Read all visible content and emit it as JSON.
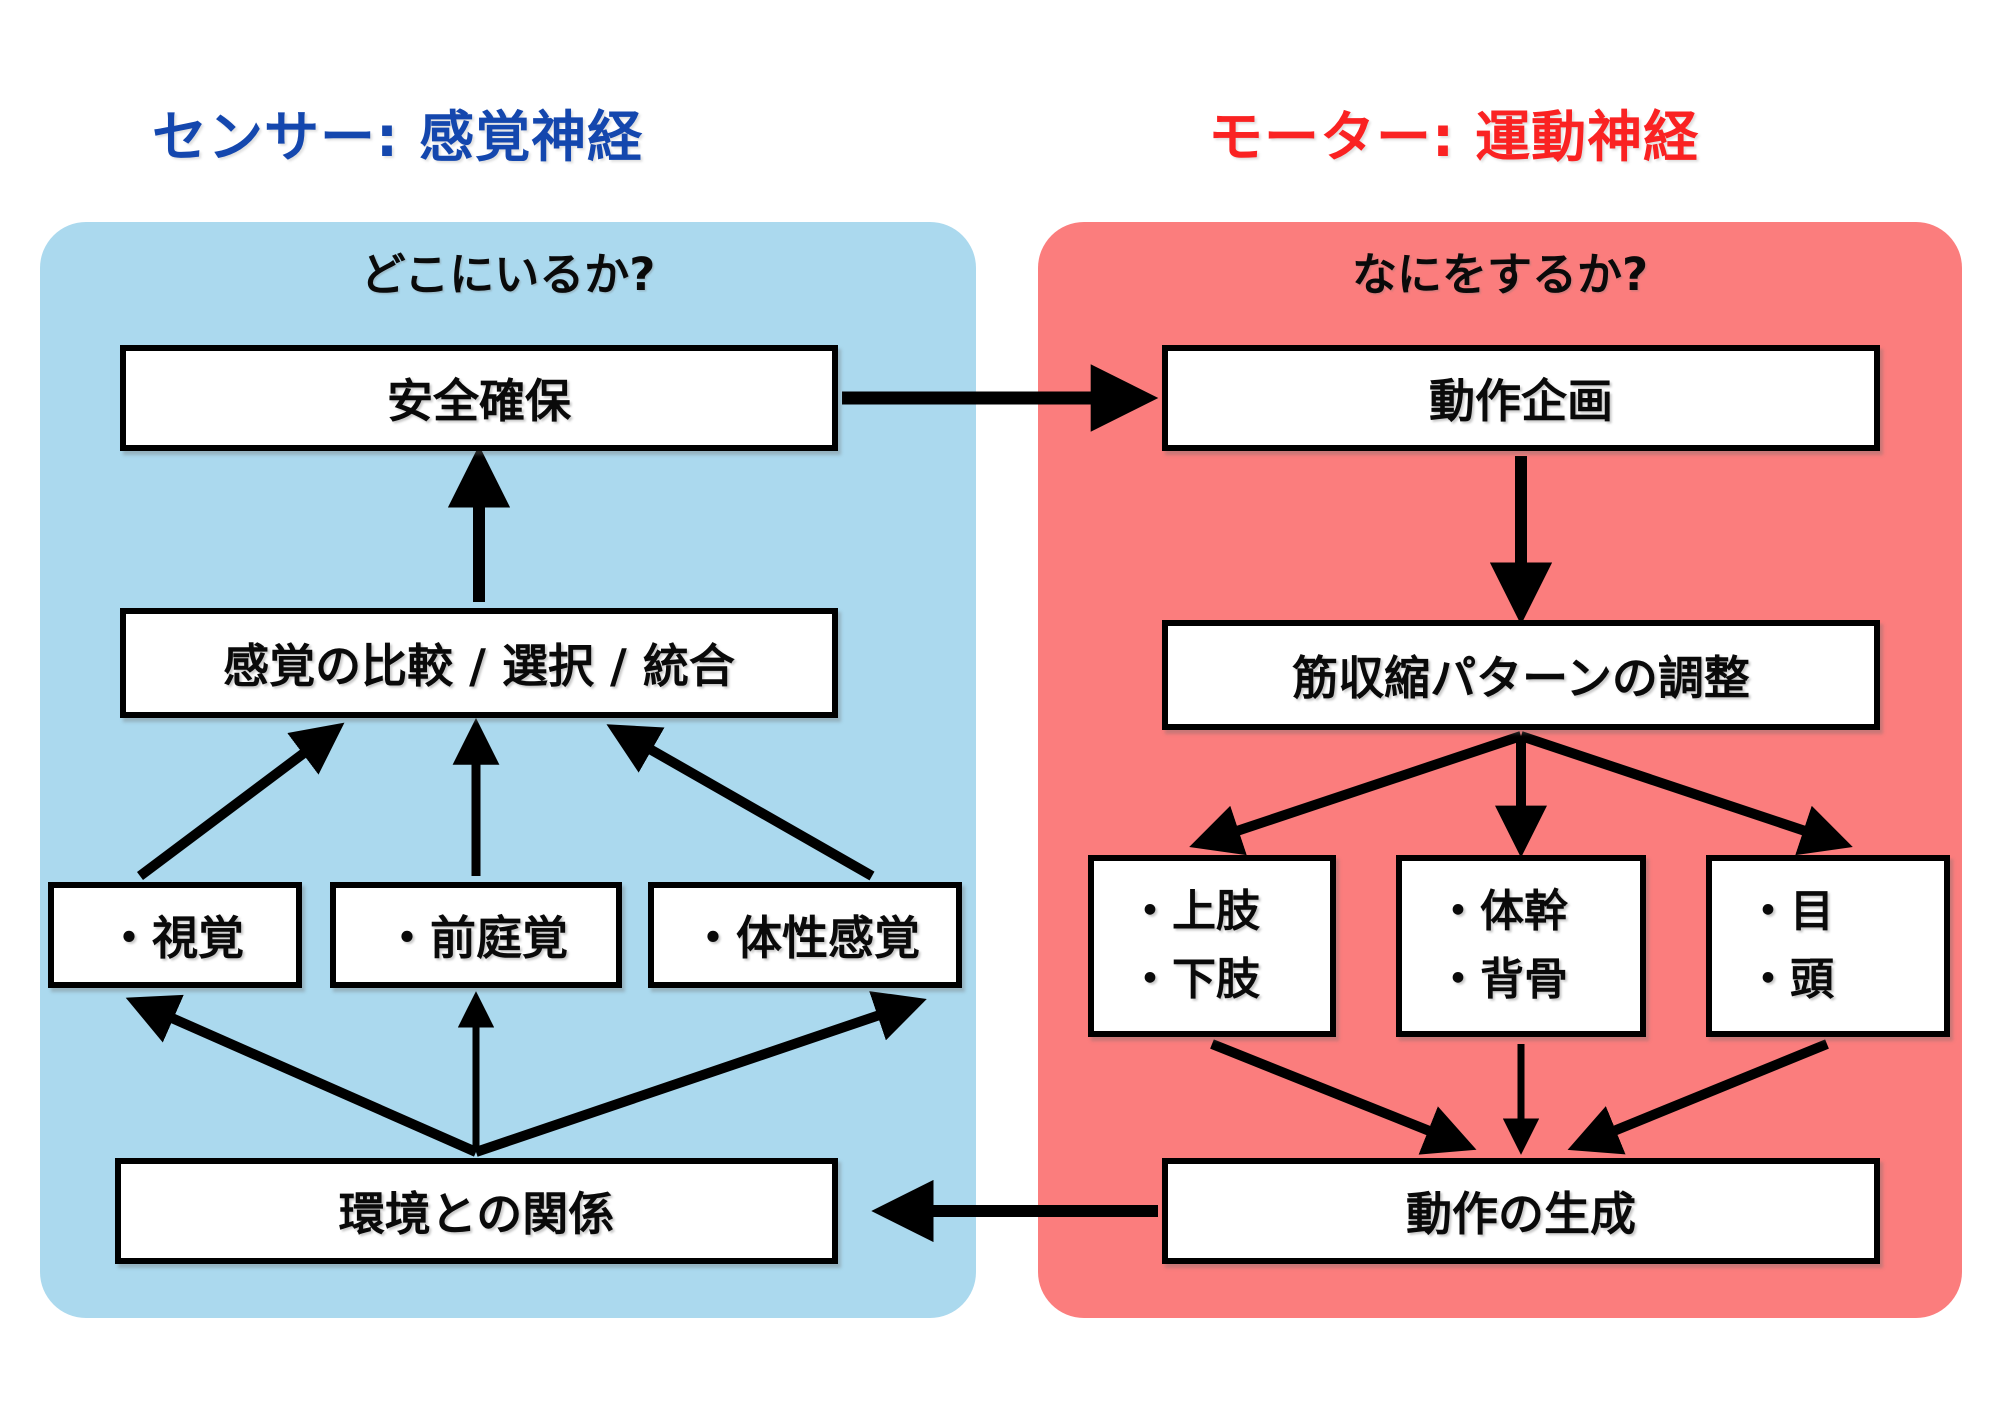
{
  "colors": {
    "sensor_bg": "#ABD9EE",
    "motor_bg": "#FB7D7D",
    "sensor_header": "#1447AE",
    "motor_header": "#FA2222",
    "box_border": "#000000",
    "arrow": "#000000"
  },
  "sensor": {
    "header": "センサー: 感覚神経",
    "question": "どこにいるか?",
    "safety": "安全確保",
    "integration": "感覚の比較 / 選択 / 統合",
    "vision": "・視覚",
    "vestibular": "・前庭覚",
    "somatosensory": "・体性感覚",
    "environment": "環境との関係"
  },
  "motor": {
    "header": "モーター: 運動神経",
    "question": "なにをするか?",
    "planning": "動作企画",
    "muscle_pattern": "筋収縮パターンの調整",
    "limbs": [
      "・上肢",
      "・下肢"
    ],
    "trunk": [
      "・体幹",
      "・背骨"
    ],
    "eyes_head": [
      "・目",
      "・頭"
    ],
    "generation": "動作の生成"
  },
  "edges": [
    {
      "from": "safety",
      "to": "planning"
    },
    {
      "from": "integration",
      "to": "safety"
    },
    {
      "from": "vision",
      "to": "integration"
    },
    {
      "from": "vestibular",
      "to": "integration"
    },
    {
      "from": "somatosensory",
      "to": "integration"
    },
    {
      "from": "environment",
      "to": "vision"
    },
    {
      "from": "environment",
      "to": "vestibular"
    },
    {
      "from": "environment",
      "to": "somatosensory"
    },
    {
      "from": "planning",
      "to": "muscle_pattern"
    },
    {
      "from": "muscle_pattern",
      "to": "limbs"
    },
    {
      "from": "muscle_pattern",
      "to": "trunk"
    },
    {
      "from": "muscle_pattern",
      "to": "eyes_head"
    },
    {
      "from": "limbs",
      "to": "generation"
    },
    {
      "from": "trunk",
      "to": "generation"
    },
    {
      "from": "eyes_head",
      "to": "generation"
    },
    {
      "from": "generation",
      "to": "environment"
    }
  ]
}
